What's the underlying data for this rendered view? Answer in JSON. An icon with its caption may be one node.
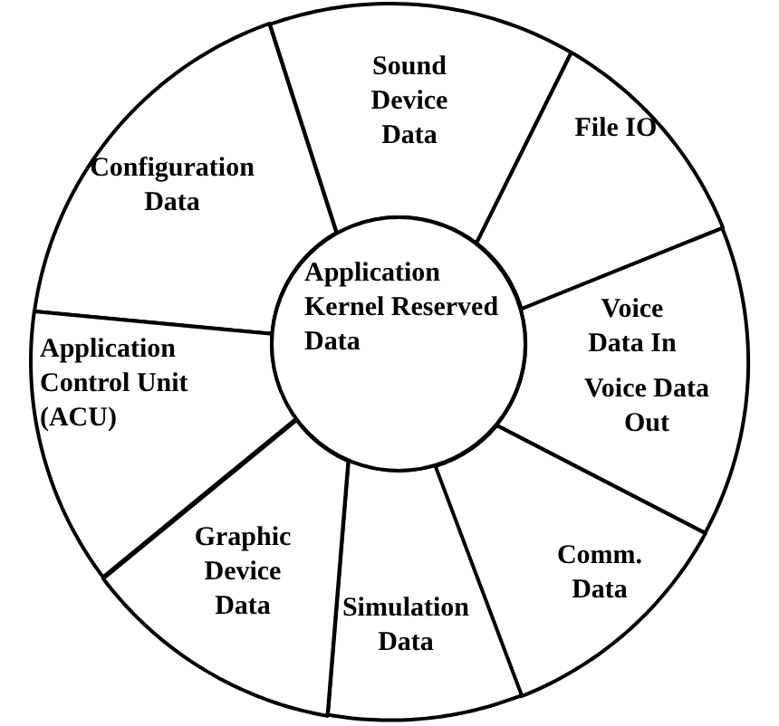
{
  "diagram": {
    "nodes": [
      {
        "text": [
          "Configuration Data"
        ]
      },
      {
        "text": [
          "Sound Device Data"
        ]
      },
      {
        "text": [
          "File IO"
        ]
      },
      {
        "text": [
          "Voice Data In",
          "Voice Data Out"
        ]
      },
      {
        "text": [
          "Comm. Data"
        ]
      },
      {
        "text": [
          "Simulation Data"
        ]
      },
      {
        "text": [
          "Graphic Device Data"
        ]
      },
      {
        "text": [
          "Application Control Unit (ACU)"
        ]
      },
      {
        "text": [
          "Application Kernel Reserved Data"
        ]
      }
    ]
  }
}
